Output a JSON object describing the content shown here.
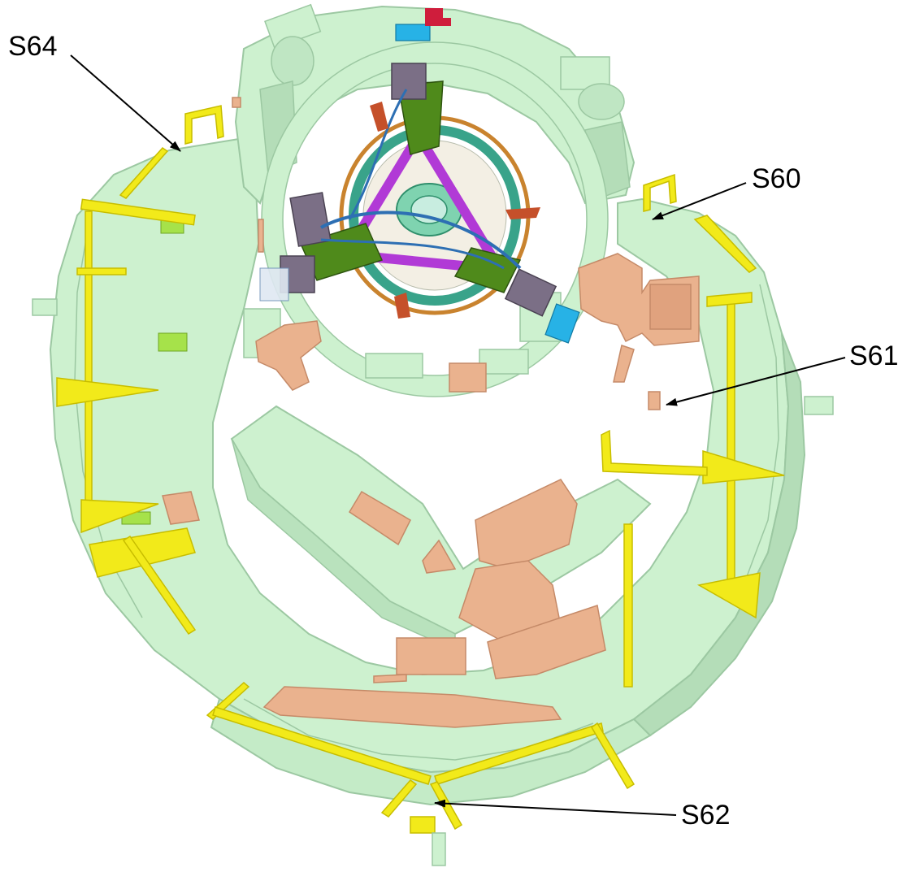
{
  "labels": {
    "s64": "S64",
    "s60": "S60",
    "s61": "S61",
    "s62": "S62"
  },
  "colors": {
    "structure": "#cdf1cf",
    "structure_shade": "#b4ddb8",
    "structure_edge": "#9cc8a2",
    "rails": "#f2ea1a",
    "rails_edge": "#c7bd00",
    "copper": "#eab28e",
    "copper_edge": "#c58a68",
    "purple": "#b13ad6",
    "dark_green": "#4f8a1b",
    "teal": "#39a38a",
    "orange_ring": "#c9832e",
    "gray_box": "#7b6f86",
    "blue_cable": "#2d6fb3",
    "cyan": "#27b2e6",
    "red_rust": "#c5502a",
    "crimson": "#cf1d3c",
    "leader": "#000000"
  }
}
